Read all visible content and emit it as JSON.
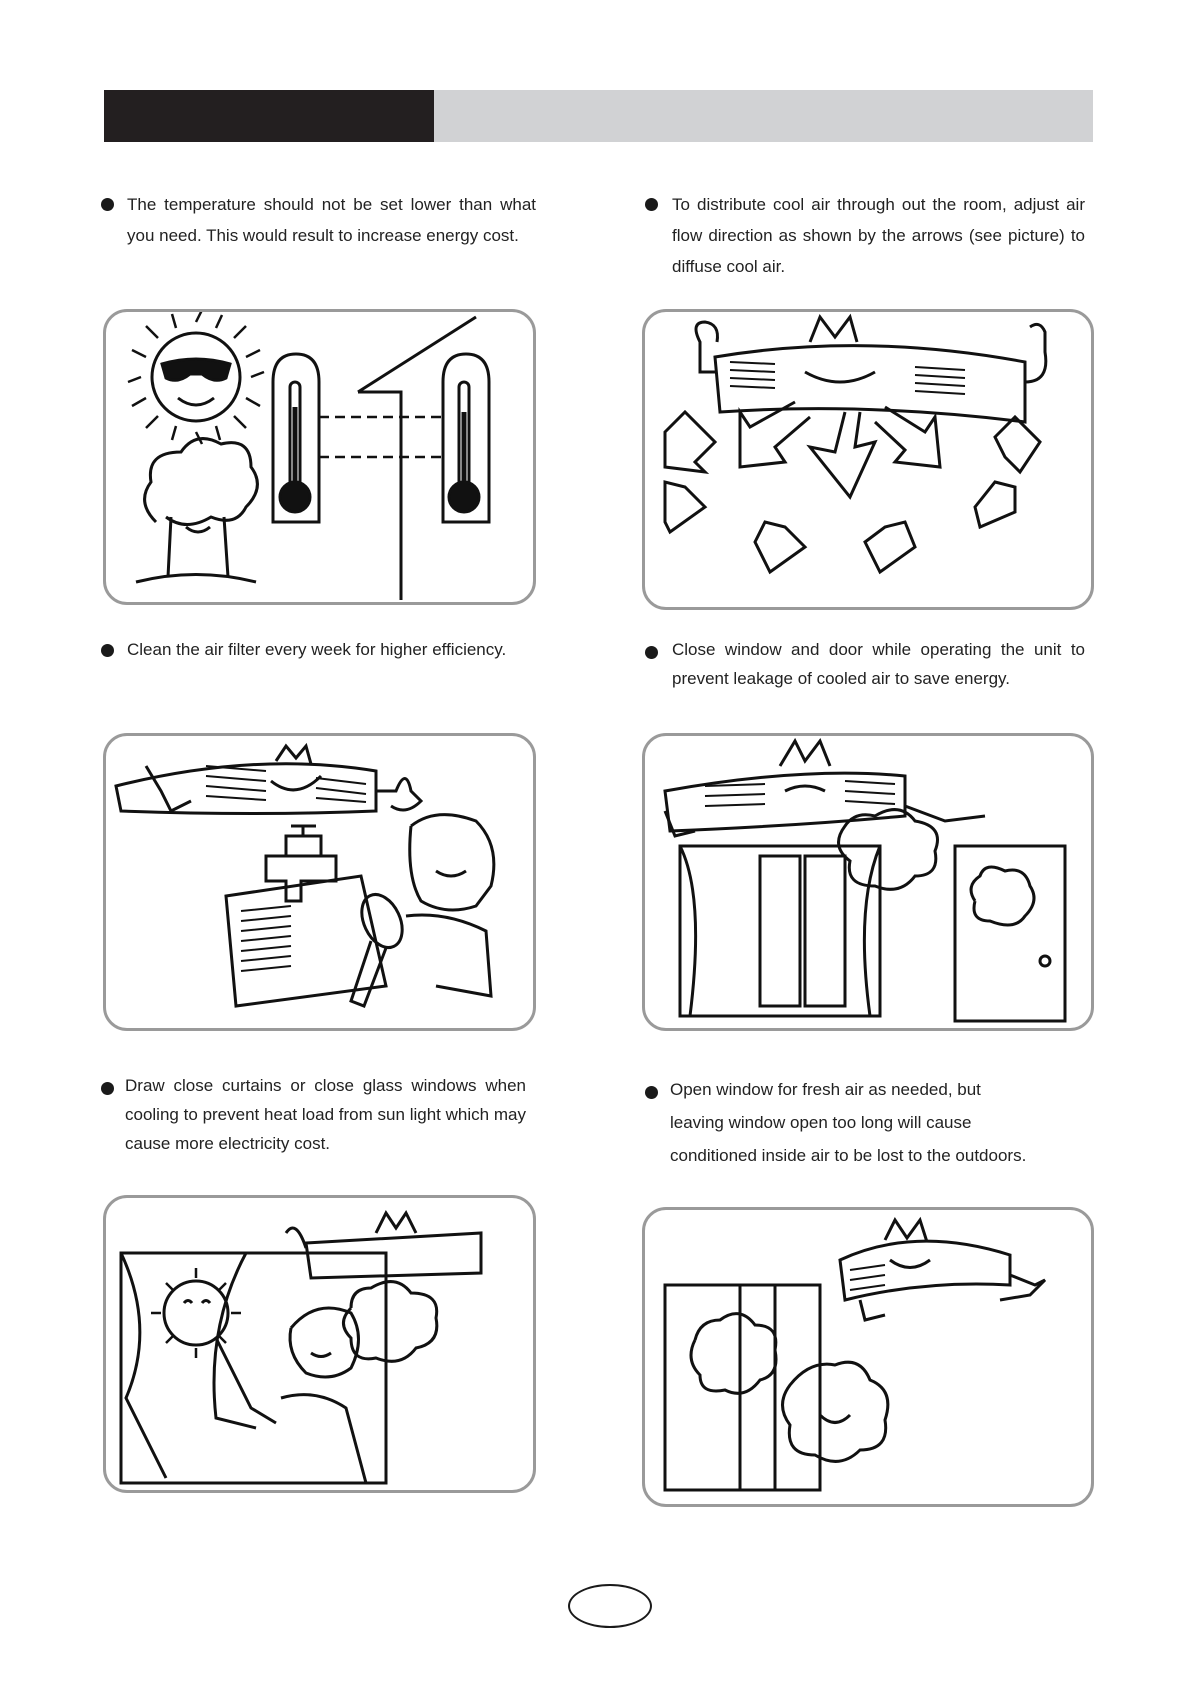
{
  "tips": [
    {
      "id": "tip-temperature",
      "text": "The temperature should not be set lower than what you need. This would result to increase energy cost."
    },
    {
      "id": "tip-air-flow",
      "text": "To distribute cool air through out the room, adjust air flow direction as shown by the arrows (see picture) to diffuse cool air."
    },
    {
      "id": "tip-filter",
      "text": "Clean the air filter every week for higher efficiency."
    },
    {
      "id": "tip-close-window",
      "text": "Close window and door while operating the unit to prevent leakage of cooled air to save energy."
    },
    {
      "id": "tip-curtains",
      "text": "Draw close curtains or close glass windows when cooling to prevent heat load from sun light which may cause more electricity cost."
    },
    {
      "id": "tip-fresh-air",
      "text": "Open window for fresh air as needed, but leaving window open too long will cause conditioned inside air to be lost to the outdoors."
    }
  ],
  "icons": [
    "sun-with-sunglasses-icon",
    "thermometer-icon",
    "air-conditioner-unit-icon",
    "arrow-icon",
    "water-faucet-icon",
    "brush-icon",
    "cloud-icon",
    "window-icon",
    "door-icon",
    "curtain-icon"
  ],
  "colors": {
    "header_dark": "#231f20",
    "header_light": "#d1d2d4",
    "panel_border": "#9a9a9a"
  }
}
